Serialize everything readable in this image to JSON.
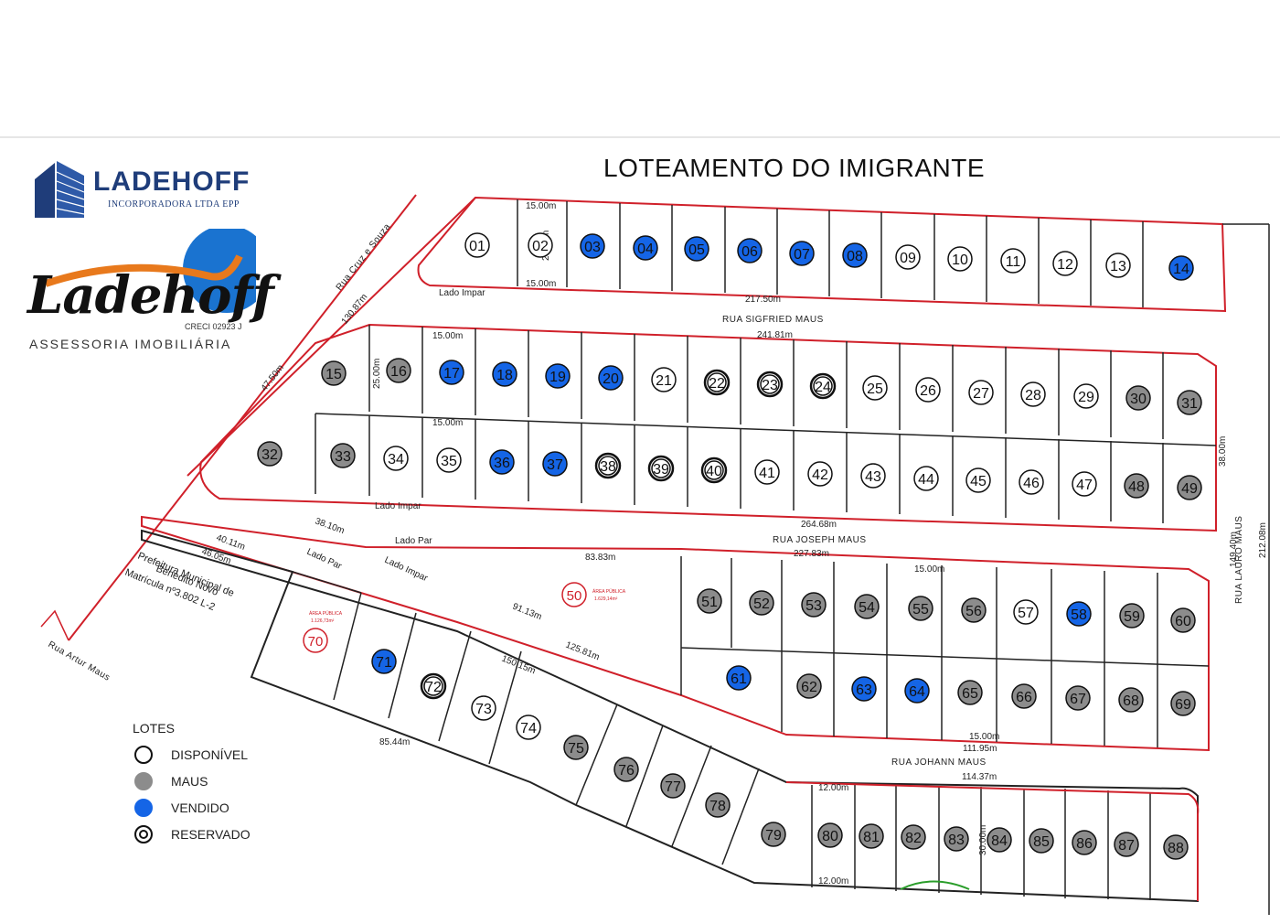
{
  "title": "LOTEAMENTO DO IMIGRANTE",
  "brand_primary": {
    "name": "LADEHOFF",
    "subtitle": "INCORPORADORA LTDA EPP"
  },
  "brand_secondary": {
    "name": "Ladehoff",
    "creci": "CRECI 02923 J",
    "subtitle": "ASSESSORIA IMOBILIÁRIA"
  },
  "colors": {
    "vendido": "#1565e6",
    "maus": "#8c8c8c",
    "disponivel": "#ffffff",
    "boundary": "#d0202a"
  },
  "legend": {
    "title": "LOTES",
    "items": [
      {
        "label": "DISPONÍVEL",
        "status": "disponivel"
      },
      {
        "label": "MAUS",
        "status": "maus"
      },
      {
        "label": "VENDIDO",
        "status": "vendido"
      },
      {
        "label": "RESERVADO",
        "status": "reservado"
      }
    ]
  },
  "streets": {
    "sigfried": "RUA SIGFRIED MAUS",
    "joseph": "RUA JOSEPH MAUS",
    "johann": "RUA JOHANN MAUS",
    "lauro": "RUA LAURO MAUS",
    "cruz": "Rua Cruz e Souza",
    "artur": "Rua Artur Maus"
  },
  "side_labels": {
    "impar": "Lado Impar",
    "par": "Lado Par"
  },
  "areas": {
    "a50": {
      "number": "50",
      "label": "ÁREA PÚBLICA",
      "area": "1.629,14m²"
    },
    "a70": {
      "number": "70",
      "label": "ÁREA PÚBLICA",
      "area": "1.126,73m²"
    },
    "prefeitura": [
      "Prefeitura Municipal de",
      "Benedito Novo",
      "Matrícula nº3.802 L-2"
    ]
  },
  "dimension_labels": {
    "row1_top": "217.50m",
    "row2_top": "241.81m",
    "row3_bottom": "264.68m",
    "row4_top": "227.83m",
    "row5_bottom": "111.95m",
    "row6_top": "114.37m",
    "lauro1": "149.40m",
    "lauro2": "212.08m",
    "lauro3": "38.00m",
    "cruz1": "130.87m",
    "cruz2": "47.50m",
    "diag1": "91.13m",
    "diag2": "125.81m",
    "diag3": "150.15m",
    "diag4": "83.83m",
    "left1": "40.11m",
    "left2": "46.05m",
    "left3": "38.10m",
    "bottom_left": "85.44m",
    "lot_depth": "25.00m",
    "lot_front": "15.00m",
    "lot_front12": "12.00m",
    "lot_depth30": "30.00m"
  },
  "lots": [
    {
      "n": "01",
      "s": "disponivel"
    },
    {
      "n": "02",
      "s": "disponivel"
    },
    {
      "n": "03",
      "s": "vendido"
    },
    {
      "n": "04",
      "s": "vendido"
    },
    {
      "n": "05",
      "s": "vendido"
    },
    {
      "n": "06",
      "s": "vendido"
    },
    {
      "n": "07",
      "s": "vendido"
    },
    {
      "n": "08",
      "s": "vendido"
    },
    {
      "n": "09",
      "s": "disponivel"
    },
    {
      "n": "10",
      "s": "disponivel"
    },
    {
      "n": "11",
      "s": "disponivel"
    },
    {
      "n": "12",
      "s": "disponivel"
    },
    {
      "n": "13",
      "s": "disponivel"
    },
    {
      "n": "14",
      "s": "vendido"
    },
    {
      "n": "15",
      "s": "maus"
    },
    {
      "n": "16",
      "s": "maus"
    },
    {
      "n": "17",
      "s": "vendido"
    },
    {
      "n": "18",
      "s": "vendido"
    },
    {
      "n": "19",
      "s": "vendido"
    },
    {
      "n": "20",
      "s": "vendido"
    },
    {
      "n": "21",
      "s": "disponivel"
    },
    {
      "n": "22",
      "s": "reservado"
    },
    {
      "n": "23",
      "s": "reservado"
    },
    {
      "n": "24",
      "s": "reservado"
    },
    {
      "n": "25",
      "s": "disponivel"
    },
    {
      "n": "26",
      "s": "disponivel"
    },
    {
      "n": "27",
      "s": "disponivel"
    },
    {
      "n": "28",
      "s": "disponivel"
    },
    {
      "n": "29",
      "s": "disponivel"
    },
    {
      "n": "30",
      "s": "maus"
    },
    {
      "n": "31",
      "s": "maus"
    },
    {
      "n": "32",
      "s": "maus"
    },
    {
      "n": "33",
      "s": "maus"
    },
    {
      "n": "34",
      "s": "disponivel"
    },
    {
      "n": "35",
      "s": "disponivel"
    },
    {
      "n": "36",
      "s": "vendido"
    },
    {
      "n": "37",
      "s": "vendido"
    },
    {
      "n": "38",
      "s": "reservado"
    },
    {
      "n": "39",
      "s": "reservado"
    },
    {
      "n": "40",
      "s": "reservado"
    },
    {
      "n": "41",
      "s": "disponivel"
    },
    {
      "n": "42",
      "s": "disponivel"
    },
    {
      "n": "43",
      "s": "disponivel"
    },
    {
      "n": "44",
      "s": "disponivel"
    },
    {
      "n": "45",
      "s": "disponivel"
    },
    {
      "n": "46",
      "s": "disponivel"
    },
    {
      "n": "47",
      "s": "disponivel"
    },
    {
      "n": "48",
      "s": "maus"
    },
    {
      "n": "49",
      "s": "maus"
    },
    {
      "n": "51",
      "s": "maus"
    },
    {
      "n": "52",
      "s": "maus"
    },
    {
      "n": "53",
      "s": "maus"
    },
    {
      "n": "54",
      "s": "maus"
    },
    {
      "n": "55",
      "s": "maus"
    },
    {
      "n": "56",
      "s": "maus"
    },
    {
      "n": "57",
      "s": "disponivel"
    },
    {
      "n": "58",
      "s": "vendido"
    },
    {
      "n": "59",
      "s": "maus"
    },
    {
      "n": "60",
      "s": "maus"
    },
    {
      "n": "61",
      "s": "vendido"
    },
    {
      "n": "62",
      "s": "maus"
    },
    {
      "n": "63",
      "s": "vendido"
    },
    {
      "n": "64",
      "s": "vendido"
    },
    {
      "n": "65",
      "s": "maus"
    },
    {
      "n": "66",
      "s": "maus"
    },
    {
      "n": "67",
      "s": "maus"
    },
    {
      "n": "68",
      "s": "maus"
    },
    {
      "n": "69",
      "s": "maus"
    },
    {
      "n": "71",
      "s": "vendido"
    },
    {
      "n": "72",
      "s": "reservado"
    },
    {
      "n": "73",
      "s": "disponivel"
    },
    {
      "n": "74",
      "s": "disponivel"
    },
    {
      "n": "75",
      "s": "maus"
    },
    {
      "n": "76",
      "s": "maus"
    },
    {
      "n": "77",
      "s": "maus"
    },
    {
      "n": "78",
      "s": "maus"
    },
    {
      "n": "79",
      "s": "maus"
    },
    {
      "n": "80",
      "s": "maus"
    },
    {
      "n": "81",
      "s": "maus"
    },
    {
      "n": "82",
      "s": "maus"
    },
    {
      "n": "83",
      "s": "maus"
    },
    {
      "n": "84",
      "s": "maus"
    },
    {
      "n": "85",
      "s": "maus"
    },
    {
      "n": "86",
      "s": "maus"
    },
    {
      "n": "87",
      "s": "maus"
    },
    {
      "n": "88",
      "s": "maus"
    }
  ]
}
